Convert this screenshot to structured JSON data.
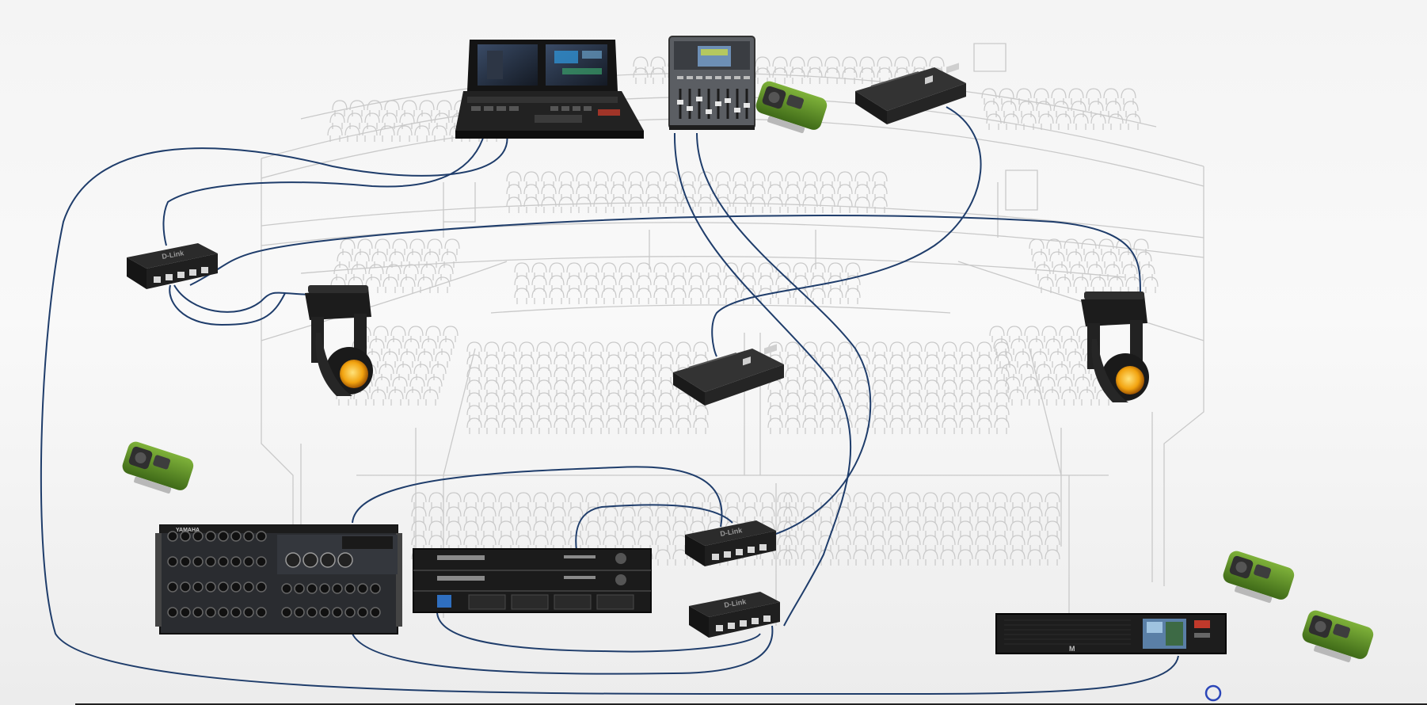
{
  "devices": {
    "lighting_console": {
      "kind": "lighting-console"
    },
    "audio_mixer": {
      "kind": "digital-mixer"
    },
    "switch_upper_left": {
      "kind": "network-switch",
      "brand_label": "D-Link"
    },
    "switch_lower_right_a": {
      "kind": "network-switch",
      "brand_label": "D-Link"
    },
    "switch_lower_right_b": {
      "kind": "network-switch",
      "brand_label": "D-Link"
    },
    "converter_upper": {
      "kind": "media-converter"
    },
    "converter_center": {
      "kind": "media-converter"
    },
    "moving_head_left": {
      "kind": "moving-head-light"
    },
    "moving_head_right": {
      "kind": "moving-head-light"
    },
    "stagebox": {
      "kind": "stage-rack",
      "brand_label": "YAMAHA"
    },
    "rack_processor": {
      "kind": "rack-processor"
    },
    "media_server": {
      "kind": "media-server",
      "brand_label": "M"
    },
    "projectors": {
      "count": 4
    }
  },
  "colors": {
    "cable": "#1f3d6b",
    "seating_lines": "#c9c9c9",
    "projector_green": "#5c8c2a",
    "device_dark": "#1c1c1c",
    "lamp_orange": "#f2a30f",
    "cursor_ring": "#2b46b8"
  },
  "cursor": {
    "icon": "circle-cursor-icon"
  }
}
